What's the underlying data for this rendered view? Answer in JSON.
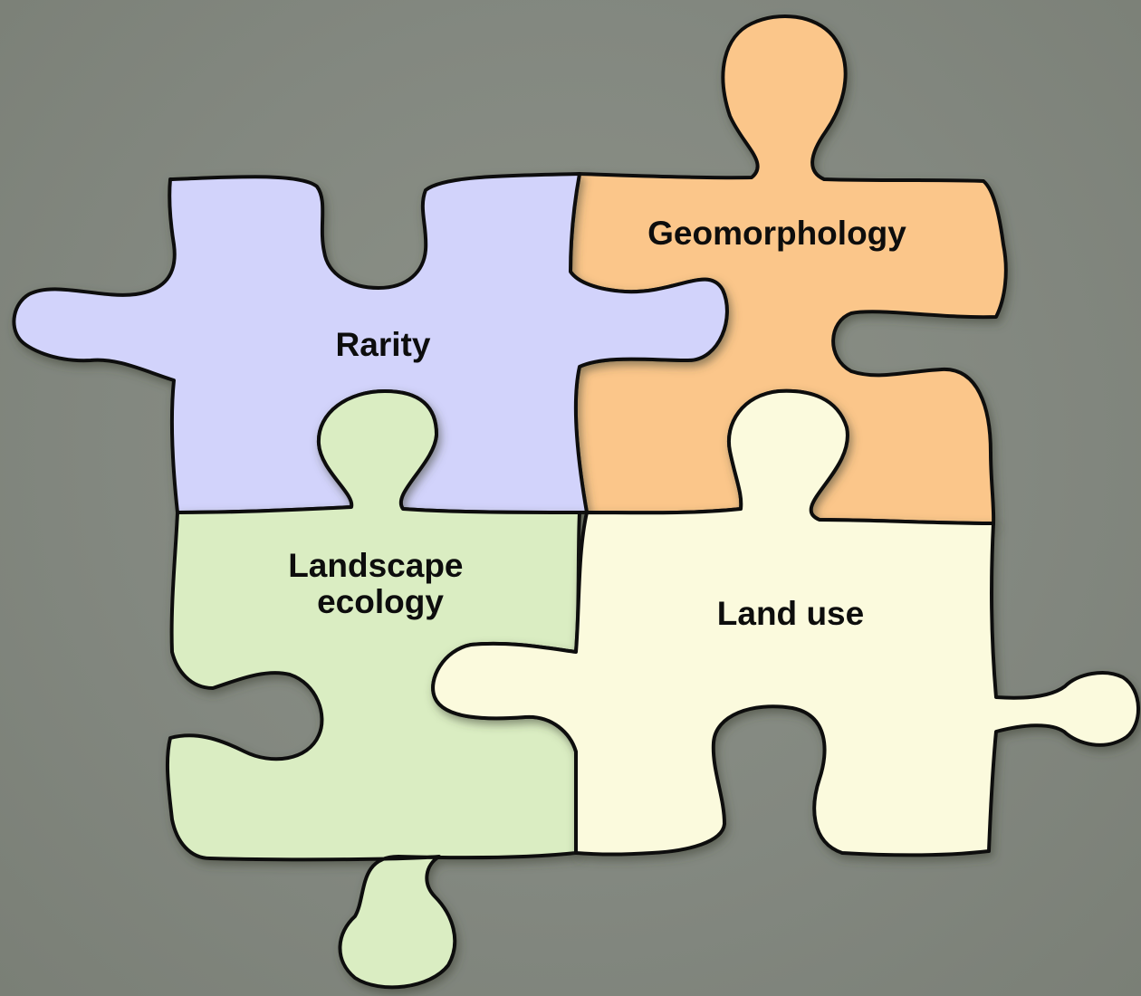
{
  "pieces": [
    {
      "id": "rarity",
      "label_lines": [
        "Rarity"
      ],
      "color": "#d2d3fb"
    },
    {
      "id": "geomorphology",
      "label_lines": [
        "Geomorphology"
      ],
      "color": "#fbc68a"
    },
    {
      "id": "landscape_ecology",
      "label_lines": [
        "Landscape",
        "ecology"
      ],
      "color": "#daedc2"
    },
    {
      "id": "land_use",
      "label_lines": [
        "Land use"
      ],
      "color": "#fbfadd"
    }
  ],
  "colors": {
    "background": "#858a80",
    "outline": "#111111",
    "shadow": "#4c5046"
  }
}
